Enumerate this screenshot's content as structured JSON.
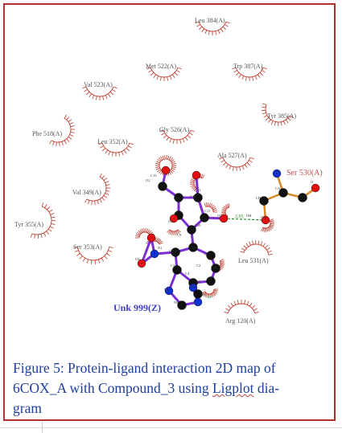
{
  "residues": [
    {
      "id": "leu384",
      "label": "Leu 384(A)"
    },
    {
      "id": "met522",
      "label": "Met 522(A)"
    },
    {
      "id": "trp387",
      "label": "Trp 387(A)"
    },
    {
      "id": "val523",
      "label": "Val 523(A)"
    },
    {
      "id": "tyr385",
      "label": "Tyr 385(A)"
    },
    {
      "id": "phe518",
      "label": "Phe 518(A)"
    },
    {
      "id": "leu352",
      "label": "Leu 352(A)"
    },
    {
      "id": "gly526",
      "label": "Gly 526(A)"
    },
    {
      "id": "ala527",
      "label": "Ala 527(A)"
    },
    {
      "id": "val349",
      "label": "Val 349(A)"
    },
    {
      "id": "tyr355",
      "label": "Tyr 355(A)"
    },
    {
      "id": "ser353",
      "label": "Ser 353(A)"
    },
    {
      "id": "leu531",
      "label": "Leu 531(A)"
    },
    {
      "id": "arg120",
      "label": "Arg 120(A)"
    }
  ],
  "ser530_label": "Ser 530(A)",
  "ligand_label": "Unk 999(Z)",
  "hbond_distance": "2.95",
  "atom_labels": [
    "O2",
    "C15",
    "C13",
    "C14",
    "C12",
    "O1",
    "C11",
    "C10",
    "O3",
    "C9",
    "C8",
    "C7",
    "C6",
    "C5",
    "C4",
    "C3",
    "C2",
    "C1",
    "O4",
    "N1",
    "N2",
    "N3",
    "N4",
    "N5",
    "OH",
    "OG",
    "CB",
    "CA",
    "C",
    "O",
    "N"
  ],
  "caption": {
    "line1": "Figure 5: Protein-ligand interaction 2D map of",
    "line2": "6COX_A with Compound_3 using ",
    "line2_underlined": "Ligplot",
    "line2_end": " dia-",
    "line3": "gram"
  },
  "colors": {
    "frame": "#b03030",
    "hydrophobic_arc": "#c0392b",
    "ligand_bond": "#7b2fd0",
    "residue_bond": "#d98a2a",
    "hbond": "#2e8b2e",
    "oxygen": "#e01010",
    "carbon": "#111111",
    "nitrogen": "#1030d0",
    "caption_text": "#1f3fa0",
    "ligand_label": "#4040c0",
    "ser_label": "#c05050"
  }
}
